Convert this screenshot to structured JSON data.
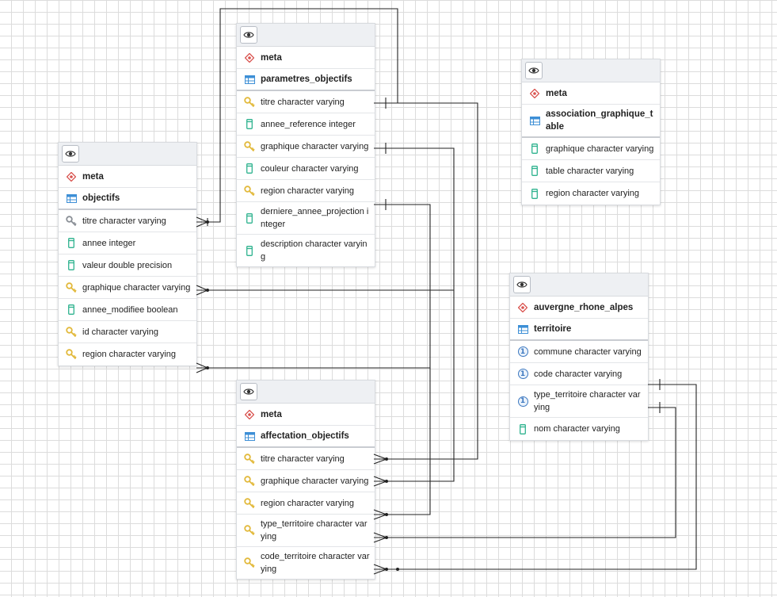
{
  "nodes": {
    "objectifs": {
      "schema": "meta",
      "table": "objectifs",
      "columns": [
        {
          "label": "titre character varying",
          "icon": "key-grey-icon"
        },
        {
          "label": "annee integer",
          "icon": "column-icon"
        },
        {
          "label": "valeur double precision",
          "icon": "column-icon"
        },
        {
          "label": "graphique character varying",
          "icon": "key-icon"
        },
        {
          "label": "annee_modifiee boolean",
          "icon": "column-icon"
        },
        {
          "label": "id character varying",
          "icon": "key-icon"
        },
        {
          "label": "region character varying",
          "icon": "key-icon"
        }
      ]
    },
    "parametres_objectifs": {
      "schema": "meta",
      "table": "parametres_objectifs",
      "columns": [
        {
          "label": "titre character varying",
          "icon": "key-icon"
        },
        {
          "label": "annee_reference integer",
          "icon": "column-icon"
        },
        {
          "label": "graphique character varying",
          "icon": "key-icon"
        },
        {
          "label": "couleur character varying",
          "icon": "column-icon"
        },
        {
          "label": "region character varying",
          "icon": "key-icon"
        },
        {
          "label": "derniere_annee_projection integer",
          "icon": "column-icon"
        },
        {
          "label": "description character varying",
          "icon": "column-icon"
        }
      ]
    },
    "association_graphique_table": {
      "schema": "meta",
      "table": "association_graphique_table",
      "columns": [
        {
          "label": "graphique character varying",
          "icon": "column-icon"
        },
        {
          "label": "table character varying",
          "icon": "column-icon"
        },
        {
          "label": "region character varying",
          "icon": "column-icon"
        }
      ]
    },
    "territoire": {
      "schema": "auvergne_rhone_alpes",
      "table": "territoire",
      "columns": [
        {
          "label": "commune character varying",
          "icon": "unique-icon"
        },
        {
          "label": "code character varying",
          "icon": "unique-icon"
        },
        {
          "label": "type_territoire character varying",
          "icon": "unique-icon"
        },
        {
          "label": "nom character varying",
          "icon": "column-icon"
        }
      ]
    },
    "affectation_objectifs": {
      "schema": "meta",
      "table": "affectation_objectifs",
      "columns": [
        {
          "label": "titre character varying",
          "icon": "key-icon"
        },
        {
          "label": "graphique character varying",
          "icon": "key-icon"
        },
        {
          "label": "region character varying",
          "icon": "key-icon"
        },
        {
          "label": "type_territoire character varying",
          "icon": "key-icon"
        },
        {
          "label": "code_territoire character varying",
          "icon": "key-icon"
        }
      ]
    }
  },
  "colors": {
    "key": "#e2b93b",
    "key_grey": "#8a8f96",
    "column": "#2fb38f",
    "table_icon": "#3d8fd6",
    "schema_icon": "#d9534f",
    "unique_icon": "#3c78c0",
    "link": "#222222"
  }
}
